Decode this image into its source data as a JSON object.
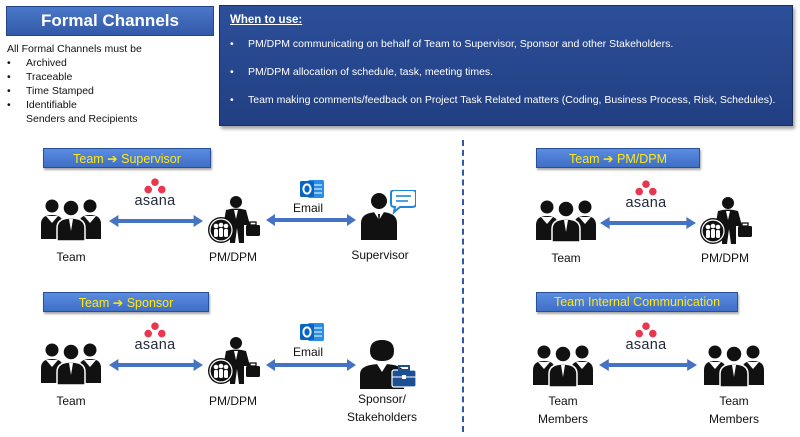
{
  "title": "Formal Channels",
  "requirements": {
    "intro": "All Formal Channels must be",
    "items": [
      "Archived",
      "Traceable",
      "Time Stamped",
      "Identifiable"
    ],
    "continuation": "Senders and Recipients"
  },
  "when_to_use": {
    "heading": "When to use:",
    "items": [
      "PM/DPM communicating on behalf of Team to Supervisor, Sponsor and other Stakeholders.",
      "PM/DPM allocation of schedule, task, meeting times.",
      "Team making comments/feedback on Project Task Related matters (Coding, Business Process, Risk, Schedules)."
    ]
  },
  "lanes": {
    "team_supervisor": {
      "title": "Team ➔ Supervisor",
      "left": "Team",
      "channel": "asana",
      "middle": "PM/DPM",
      "email": "Email",
      "right": "Supervisor"
    },
    "team_sponsor": {
      "title": "Team ➔ Sponsor",
      "left": "Team",
      "channel": "asana",
      "middle": "PM/DPM",
      "email": "Email",
      "right_line1": "Sponsor/",
      "right_line2": "Stakeholders"
    },
    "team_pm": {
      "title": "Team ➔ PM/DPM",
      "left": "Team",
      "channel": "asana",
      "right": "PM/DPM"
    },
    "team_internal": {
      "title": "Team Internal Communication",
      "left_line1": "Team",
      "left_line2": "Members",
      "channel": "asana",
      "right_line1": "Team",
      "right_line2": "Members"
    }
  },
  "colors": {
    "header_blue": "#3259a8",
    "panel_blue": "#213f82",
    "lane_text": "#ffe81a",
    "arrow": "#4472c4",
    "asana_red": "#e8384f",
    "outlook_blue": "#0a64c4"
  },
  "icons": [
    "team-icon",
    "manager-icon",
    "supervisor-icon",
    "sponsor-icon",
    "asana-logo",
    "outlook-icon",
    "double-arrow"
  ]
}
